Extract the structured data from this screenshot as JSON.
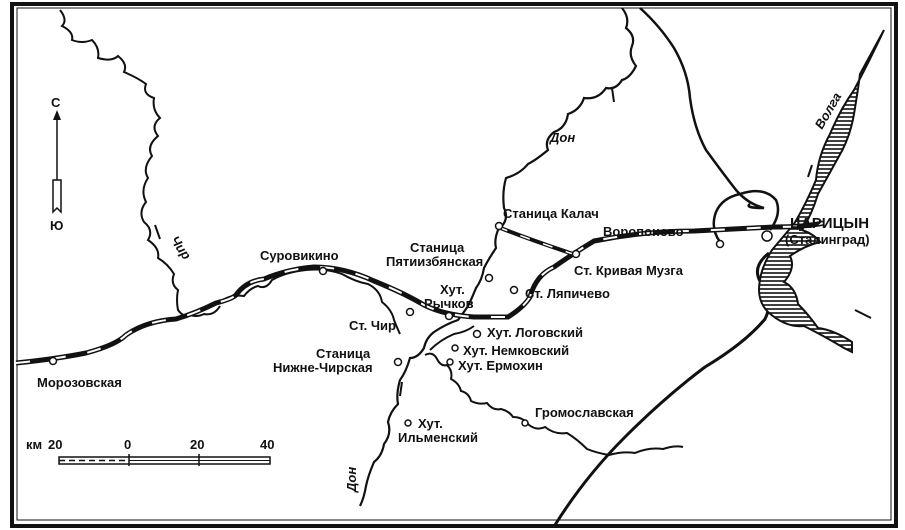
{
  "compass": {
    "north": "С",
    "south": "Ю"
  },
  "scale": {
    "unit": "км",
    "ticks": [
      "20",
      "0",
      "20",
      "40"
    ]
  },
  "rivers": {
    "chir": "Чир",
    "don": "Дон",
    "don_south": "Дон",
    "volga": "Волга"
  },
  "places": {
    "morozovskaya": "Морозовская",
    "surovikino": "Суровикино",
    "st_chir": "Ст. Чир",
    "nizhne_chirskaya_1": "Станица",
    "nizhne_chirskaya_2": "Нижне-Чирская",
    "pyatiizbyanskaya_1": "Станица",
    "pyatiizbyanskaya_2": "Пятиизбянская",
    "rychkov_1": "Хут.",
    "rychkov_2": "Рычков",
    "kalach": "Станица Калач",
    "krivaya_muzga": "Ст. Кривая Музга",
    "lyapichevo": "Ст. Ляпичево",
    "logovsky": "Хут. Логовский",
    "nemkovsky": "Хут. Немковский",
    "ermokhin": "Хут. Ермохин",
    "gromoslavskaya": "Громославская",
    "ilmensky_1": "Хут.",
    "ilmensky_2": "Ильменский",
    "voroponovo": "Воропоново",
    "tsaritsyn": "ЦАРИЦЫН",
    "stalingrad": "(Сталинград)"
  }
}
